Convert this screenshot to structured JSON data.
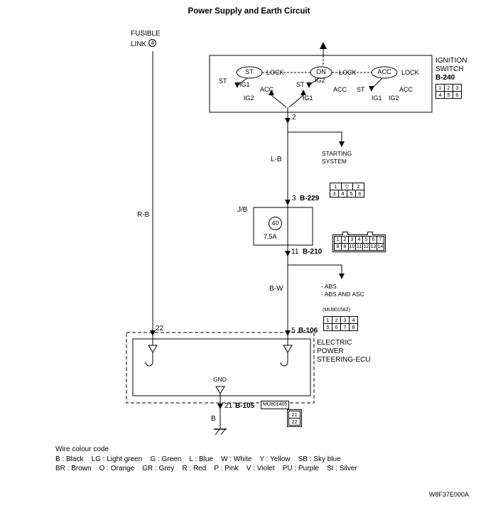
{
  "title": "Power Supply and Earth Circuit",
  "doc_code": "W8F37E000A",
  "fusible_link": {
    "line1": "FUSIBLE",
    "line2": "LINK",
    "num": "4"
  },
  "ignition": {
    "name1": "IGNITION",
    "name2": "SWITCH",
    "conn_name": "B-240",
    "lock": "LOCK",
    "pos1": "ST",
    "pos2": "ON",
    "pos3": "ACC",
    "g1": {
      "a": "ST",
      "b": "IG1",
      "c": "ACC",
      "d": "IG2"
    },
    "g2": {
      "a": "ST",
      "b": "IG2",
      "c": "ACC",
      "d": "IG1"
    },
    "g3": {
      "a": "ST",
      "b": "IG1",
      "c": "IG2",
      "d": "ACC"
    },
    "terminal": "2"
  },
  "connectors": {
    "b240": {
      "rows": [
        [
          "1",
          "2",
          "3"
        ],
        [
          "4",
          "5",
          "6"
        ]
      ]
    },
    "b229": {
      "terminal": "3",
      "name": "B-229",
      "rows": [
        [
          "1",
          "▽",
          "2"
        ],
        [
          "3",
          "4",
          "5",
          "6"
        ]
      ]
    },
    "b210": {
      "terminal": "11",
      "name": "B-210",
      "rows": [
        [
          "1",
          "2",
          "3",
          "4",
          "5",
          "6",
          "7"
        ],
        [
          "8",
          "9",
          "10",
          "11",
          "12",
          "13",
          "14"
        ]
      ]
    },
    "b106": {
      "terminal": "5",
      "name": "B-106",
      "part": "(MU801582)",
      "rows": [
        [
          "1",
          "2",
          "3",
          "4"
        ],
        [
          "5",
          "6",
          "7",
          "8"
        ]
      ]
    },
    "b105": {
      "terminal": "21",
      "name": "B-105",
      "part": "MU801405",
      "cells": [
        "21",
        "22"
      ]
    }
  },
  "wires": {
    "rb": "R-B",
    "lb": "L-B",
    "bw": "B-W",
    "b": "B"
  },
  "jb": {
    "label": "J/B",
    "fuse_num": "40",
    "fuse_rating": "7.5A"
  },
  "branches": {
    "starting1": "STARTING",
    "starting2": "SYSTEM",
    "abs1": "- ABS",
    "abs2": "- ABS AND ASC"
  },
  "ecu": {
    "line1": "ELECTRIC",
    "line2": "POWER",
    "line3": "STEERING-ECU",
    "gnd": "GND",
    "terminal22": "22"
  },
  "legend": {
    "title": "Wire colour code",
    "line1": "B : Black    LG : Light green    G : Green    L : Blue    W : White    Y : Yellow    SB : Sky blue",
    "line2": "BR : Brown    O : Orange    GR : Grey    R : Red    P : Pink    V : Violet    PU : Purple    SI : Silver"
  }
}
